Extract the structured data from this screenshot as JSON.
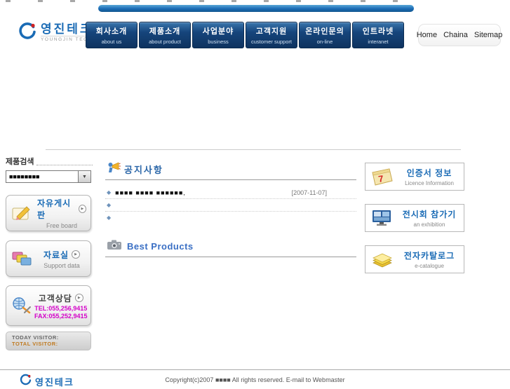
{
  "header": {
    "logo": {
      "name_kr": "영진테크",
      "name_en": "YOUNGJIN TECH"
    },
    "nav_items": [
      {
        "kr": "회사소개",
        "en": "about us"
      },
      {
        "kr": "제품소개",
        "en": "about product"
      },
      {
        "kr": "사업분야",
        "en": "business"
      },
      {
        "kr": "고객지원",
        "en": "customer support"
      },
      {
        "kr": "온라인문의",
        "en": "on-line"
      },
      {
        "kr": "인트라넷",
        "en": "interanet"
      }
    ],
    "utility_links": [
      {
        "label": "Home"
      },
      {
        "label": "Chaina"
      },
      {
        "label": "Sitemap"
      }
    ]
  },
  "sidebar": {
    "product_search": {
      "label": "제품검색",
      "selected_value": "■■■■■■■■",
      "dropdown_glyph": "▼"
    },
    "free_board": {
      "kr": "자유게시판",
      "en": "Free board",
      "arrow": "▶"
    },
    "support_data": {
      "kr": "자료실",
      "en": "Support data",
      "arrow": "▶"
    },
    "customer": {
      "kr": "고객상담",
      "arrow": "▶",
      "tel": "TEL:055,256,9415",
      "fax": "FAX:055,252,9415"
    },
    "visitors": {
      "today_label": "TODAY VISITOR:",
      "total_label": "TOTAL VISITOR:"
    }
  },
  "main": {
    "notice": {
      "title": "공지사항",
      "bullet_glyph": "◆",
      "rows": [
        {
          "text": "■■■■ ■■■■ ■■■■■■,",
          "date": "[2007-11-07]"
        },
        {
          "text": "",
          "date": ""
        },
        {
          "text": "",
          "date": ""
        }
      ]
    },
    "best_products": {
      "title": "Best Products"
    }
  },
  "quick_links": [
    {
      "kr": "인증서 정보",
      "en": "Licence Information",
      "icon": "certificate-icon"
    },
    {
      "kr": "전시회 참가기",
      "en": "an exhibition",
      "icon": "exhibition-icon"
    },
    {
      "kr": "전자카탈로그",
      "en": "e-catalogue",
      "icon": "catalogue-icon"
    }
  ],
  "footer": {
    "logo_kr": "영진테크",
    "copyright": "Copyright(c)2007 ■■■■ All rights reserved.   E-mail to Webmaster"
  },
  "colors": {
    "brand_blue": "#1a6bb5",
    "nav_navy": "#123c6b",
    "magenta": "#d400c8",
    "visitor_orange": "#c07a20"
  }
}
